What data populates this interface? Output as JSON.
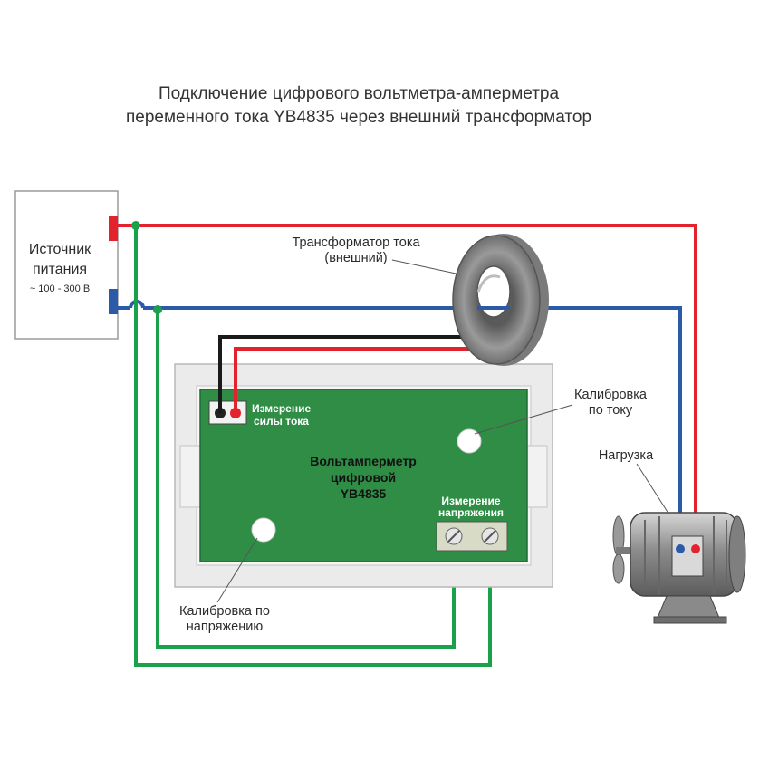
{
  "title": {
    "line1": "Подключение цифрового вольтметра-амперметра",
    "line2": "переменного тока YB4835 через внешний трансформатор"
  },
  "source": {
    "line1": "Источник",
    "line2": "питания",
    "range": "~ 100 - 300 В"
  },
  "transformer": {
    "line1": "Трансформатор тока",
    "line2": "(внешний)"
  },
  "meter": {
    "line1": "Вольтамперметр",
    "line2": "цифровой",
    "line3": "YB4835",
    "current_label_1": "Измерение",
    "current_label_2": "силы тока",
    "voltage_label_1": "Измерение",
    "voltage_label_2": "напряжения"
  },
  "calibration_current": {
    "line1": "Калибровка",
    "line2": "по току"
  },
  "calibration_voltage": {
    "line1": "Калибровка по",
    "line2": "напряжению"
  },
  "load": {
    "label": "Нагрузка"
  },
  "colors": {
    "wire_red": "#e2232e",
    "wire_blue": "#2a5aa8",
    "wire_green": "#1aa24a",
    "wire_black": "#1a1a1a",
    "board_green": "#2f8d46",
    "frame_gray": "#e9e9e9",
    "core_gray": "#8f8f8f"
  }
}
